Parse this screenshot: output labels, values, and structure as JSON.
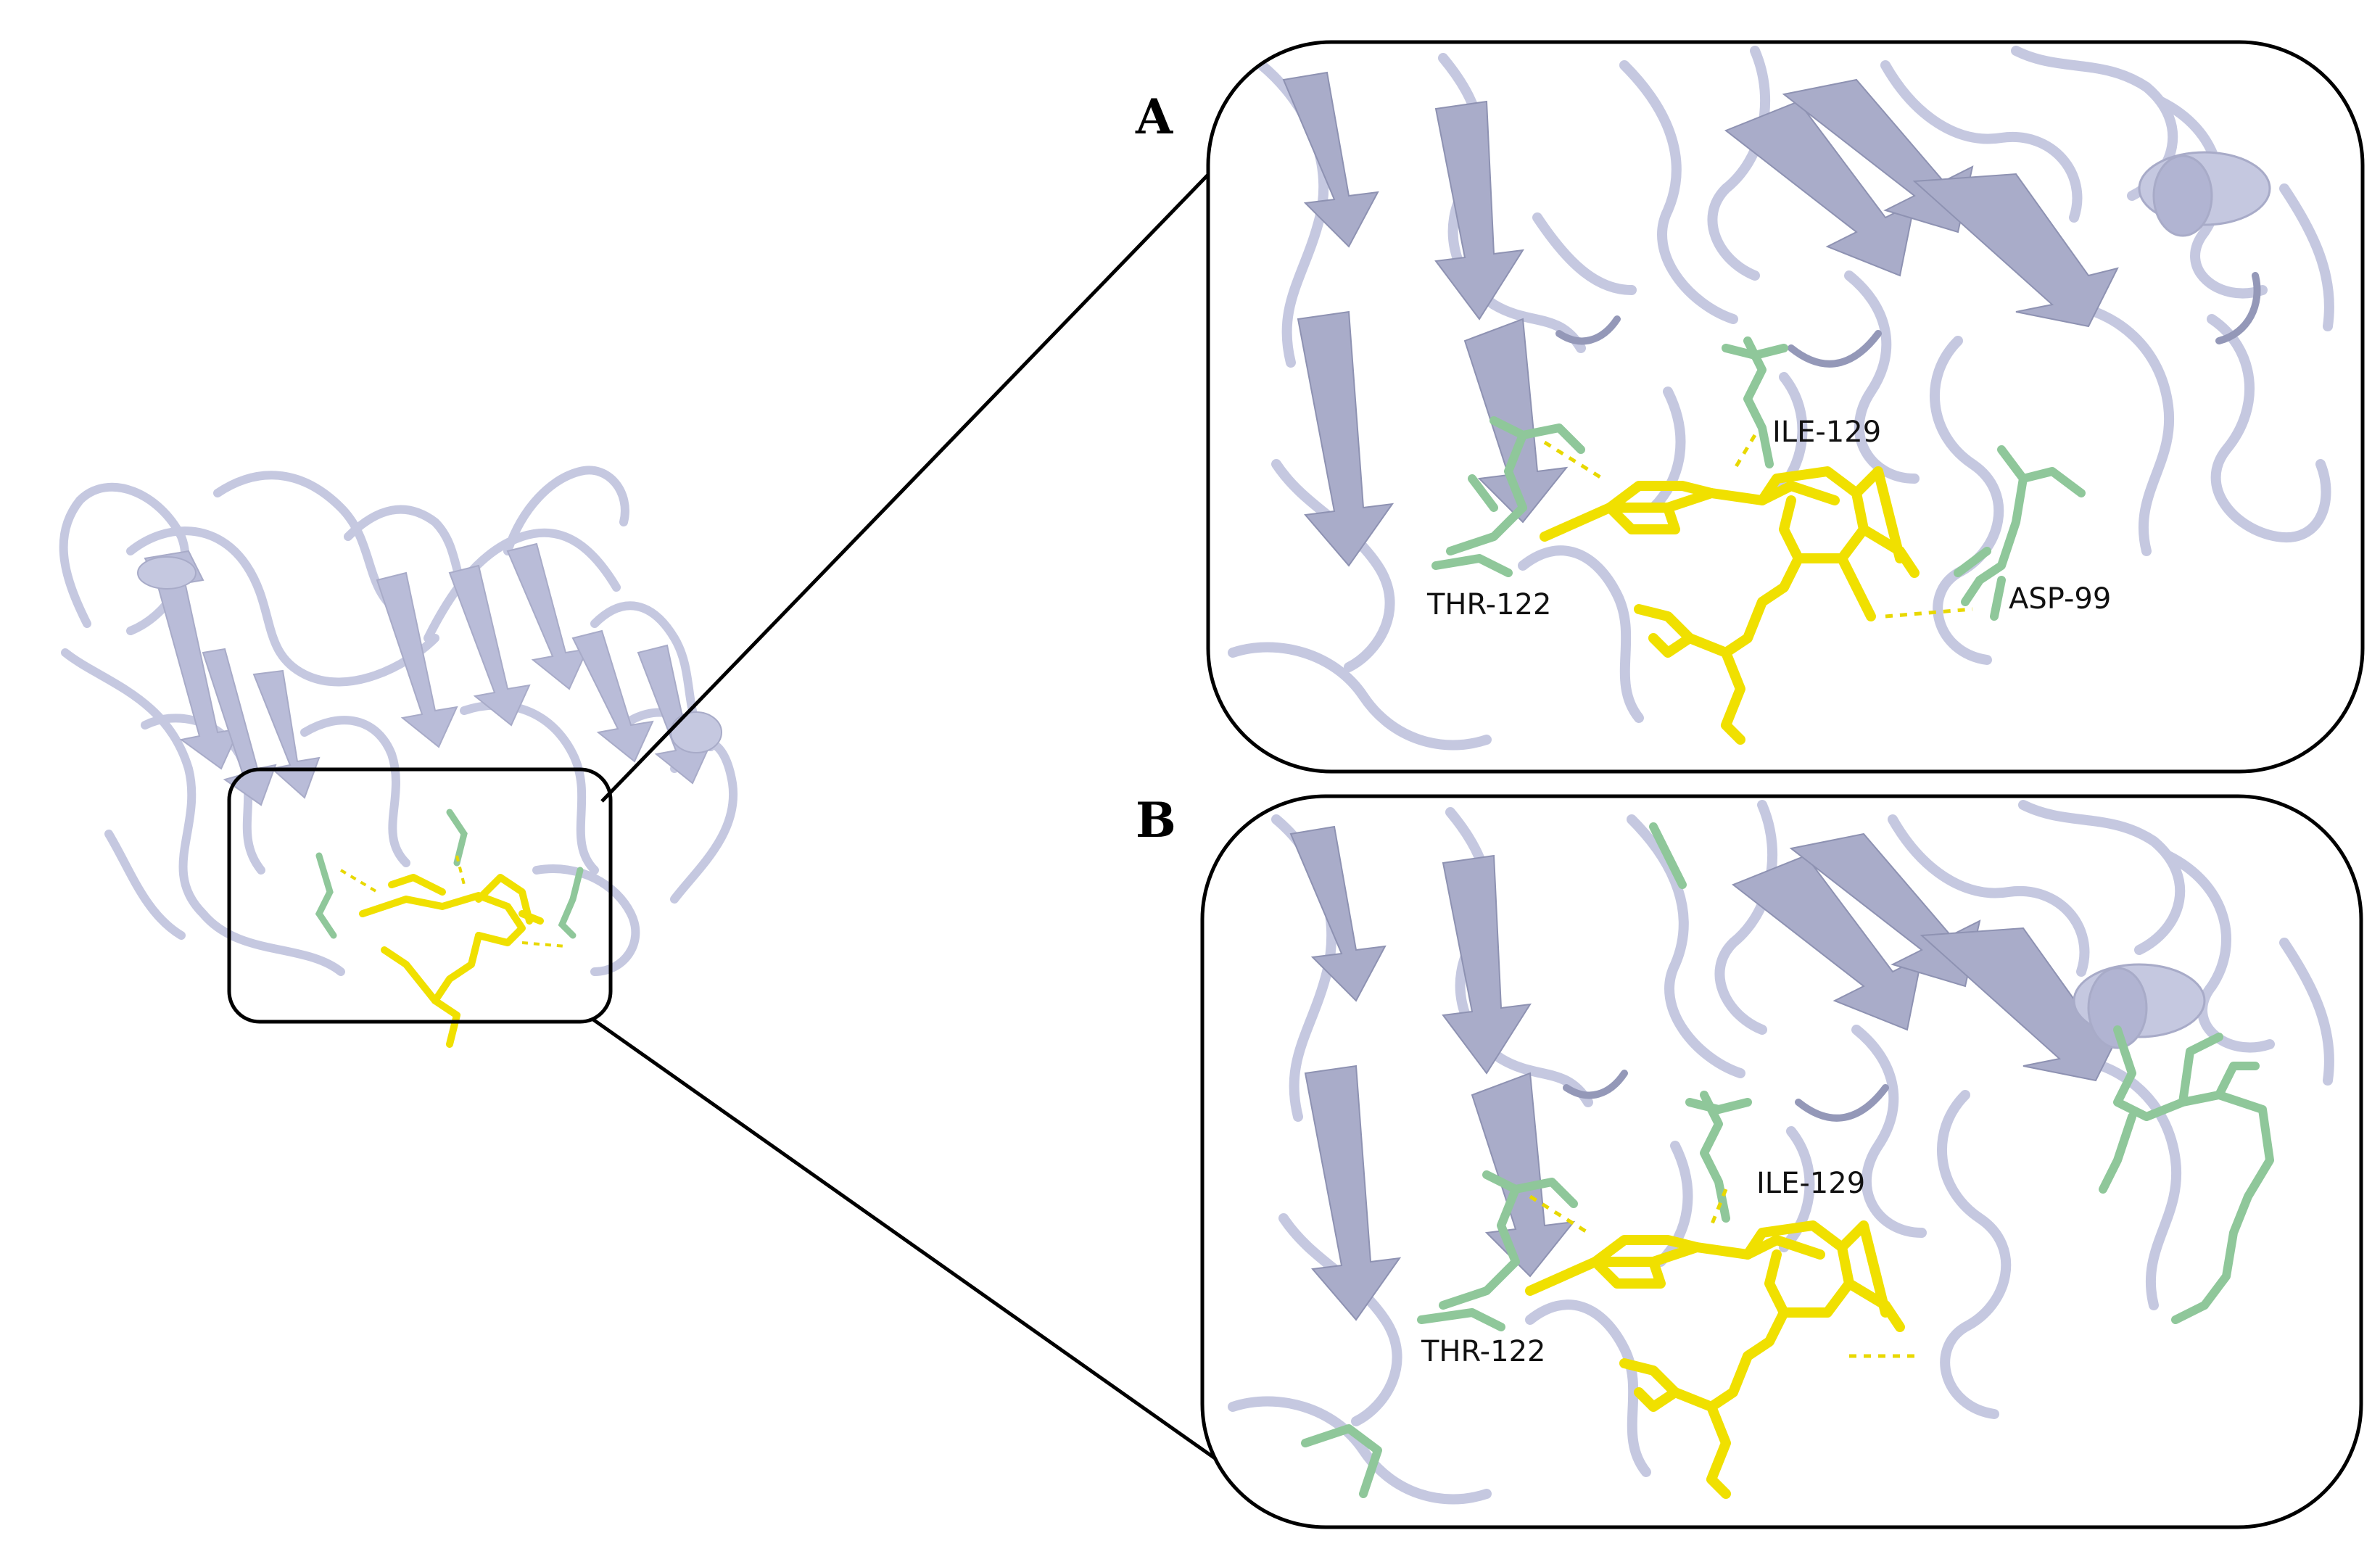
{
  "panels": [
    {
      "letter": "A",
      "labels": [
        "ILE-129",
        "THR-122",
        "ASP-99"
      ]
    },
    {
      "letter": "B",
      "labels": [
        "ILE-129",
        "THR-122"
      ]
    }
  ],
  "colors": {
    "protein_ribbon": "#c5c8e0",
    "protein_ribbon_dark": "#8e92b2",
    "residue_sticks": "#8fc79a",
    "ligand": "#f0e000",
    "hbond": "#e8d800",
    "frame": "#000000"
  }
}
